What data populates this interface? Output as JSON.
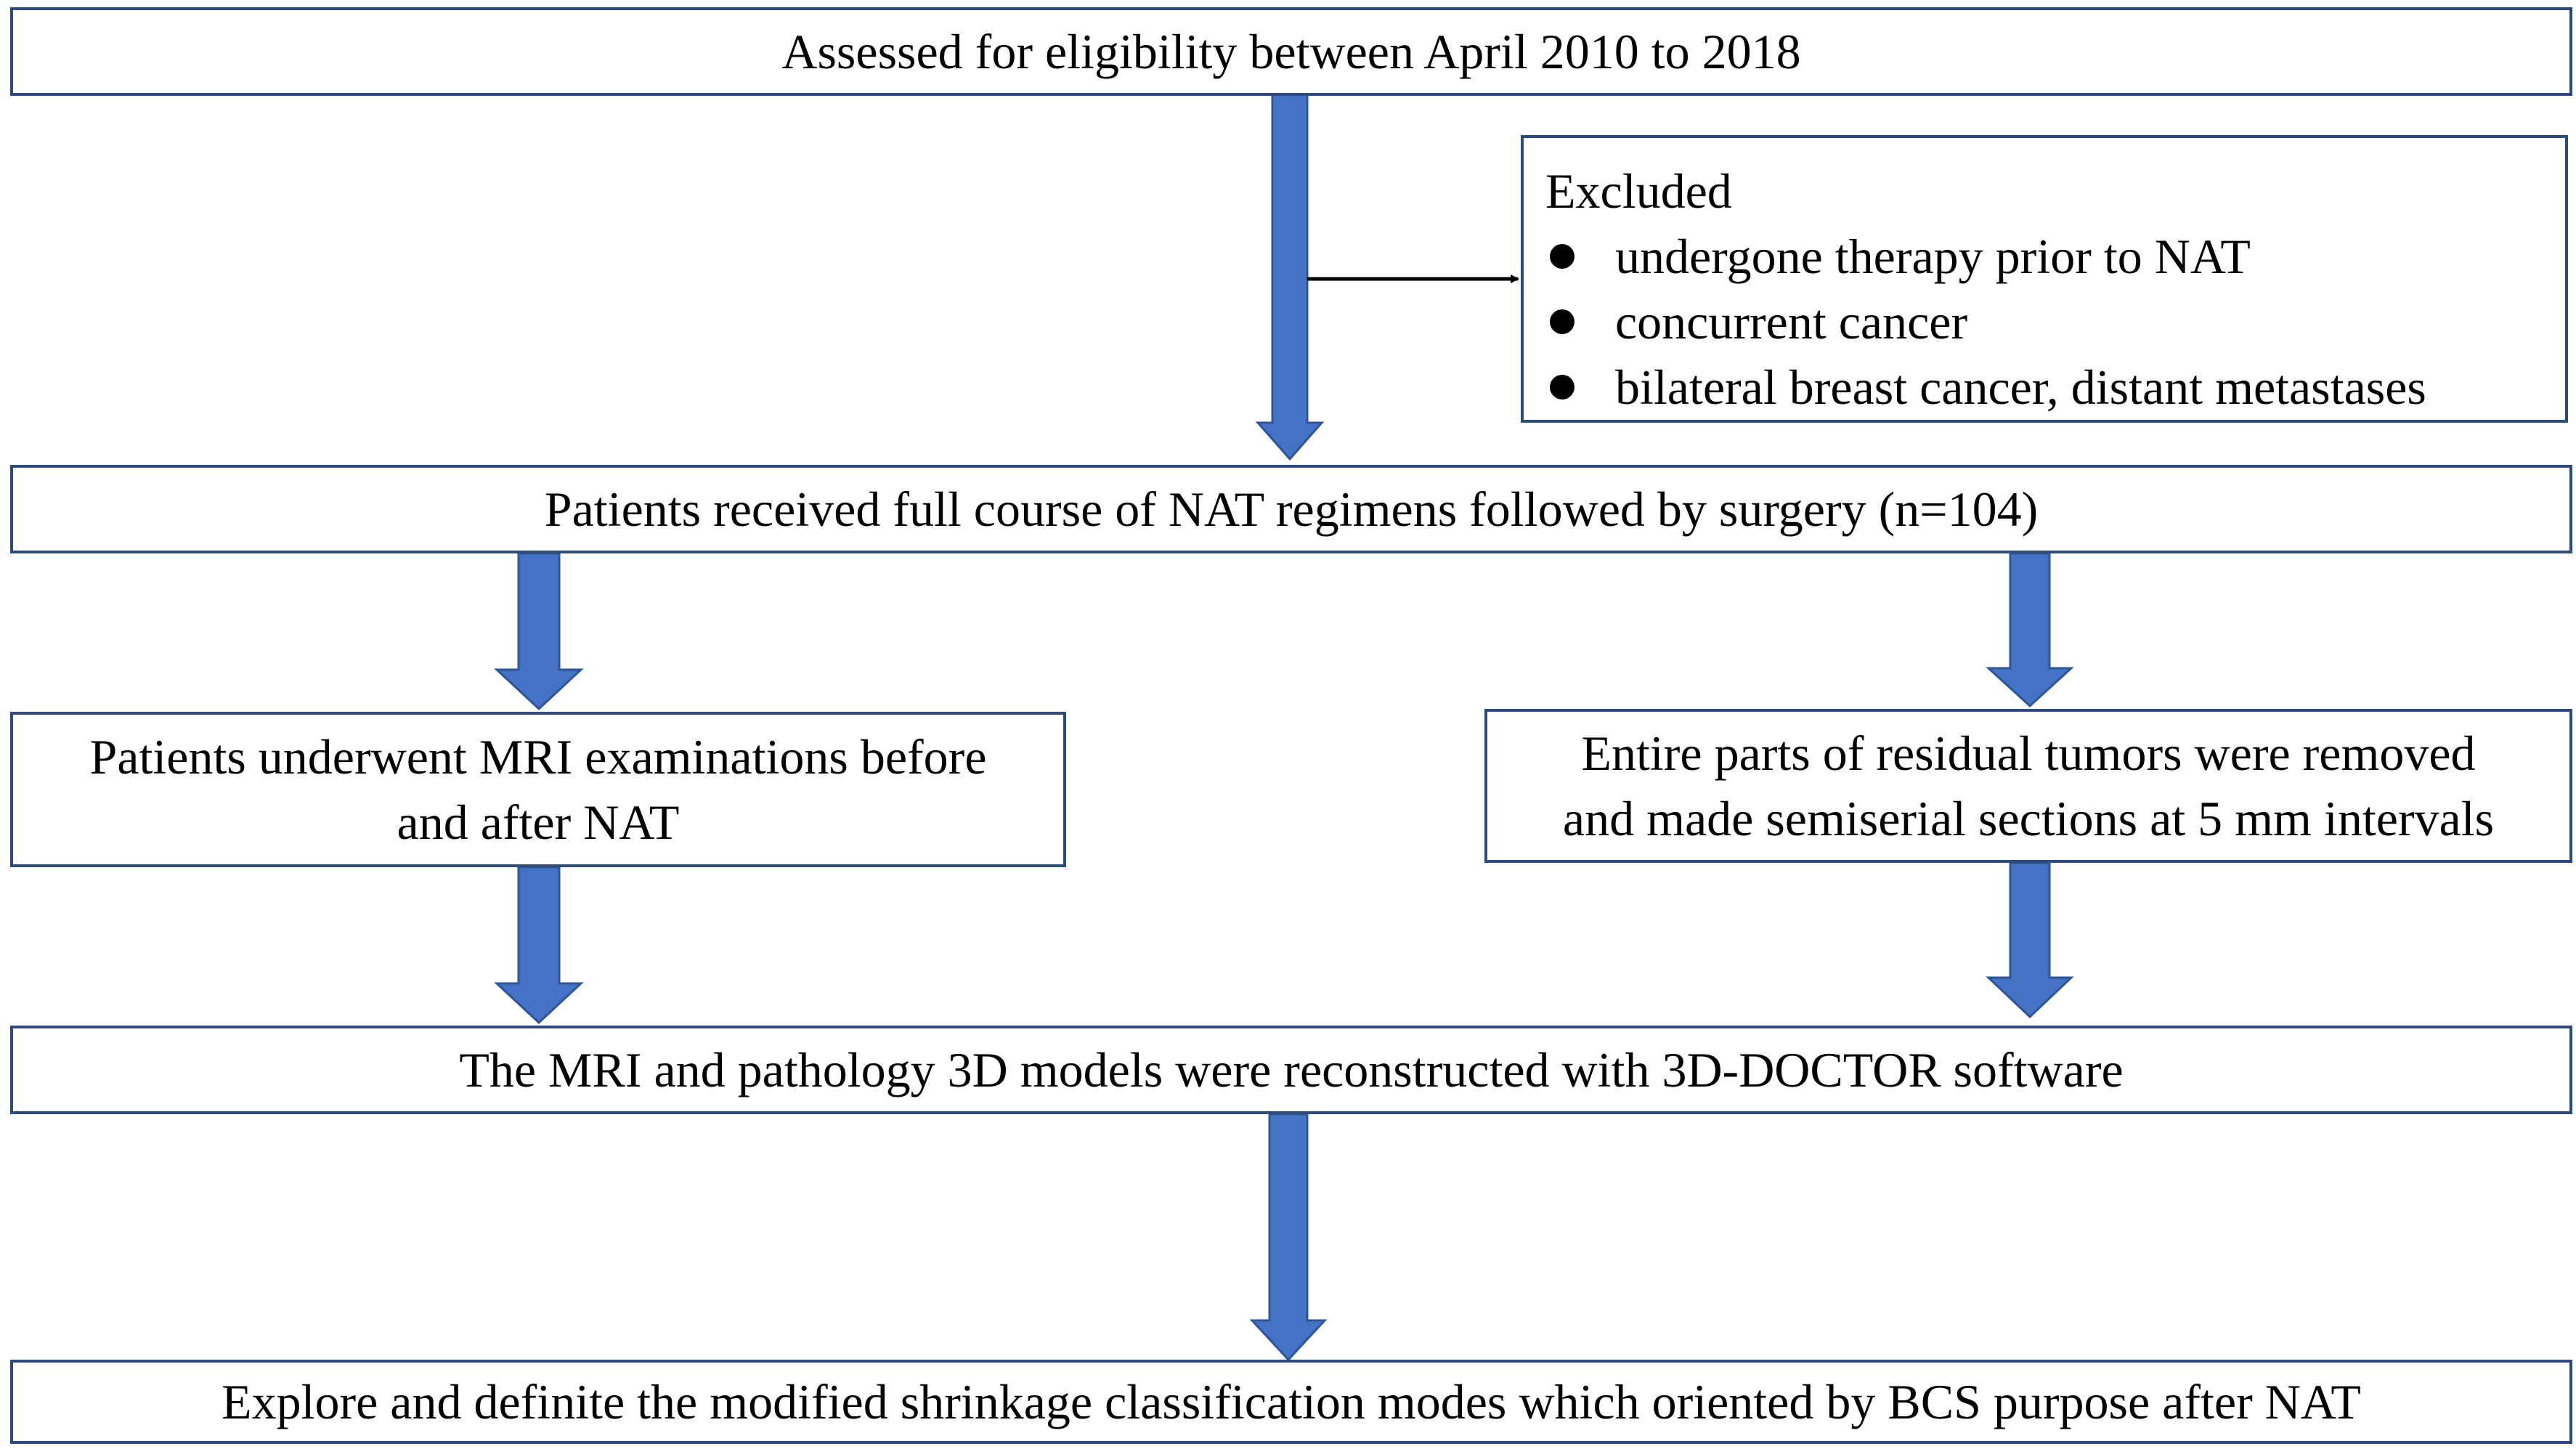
{
  "diagram": {
    "nodes": {
      "assessed": "Assessed for eligibility between April 2010 to 2018",
      "excluded": {
        "title": "Excluded",
        "items": [
          "undergone therapy prior to NAT",
          "concurrent cancer",
          "bilateral breast cancer, distant metastases"
        ]
      },
      "received": "Patients received full course of NAT regimens followed by surgery (n=104)",
      "mri": [
        "Patients underwent MRI examinations before",
        "and after NAT"
      ],
      "pathology": [
        "Entire parts of residual tumors were removed",
        "and made semiserial sections at 5 mm intervals"
      ],
      "reconstructed": "The MRI and pathology 3D models were reconstructed with 3D-DOCTOR software",
      "explore": "Explore and definite the modified shrinkage classification modes which oriented by BCS purpose after NAT"
    },
    "colors": {
      "box_border": "#2f4b7c",
      "arrow_fill": "#4472c4",
      "arrow_stroke": "#2f5597",
      "text": "#000000"
    }
  }
}
